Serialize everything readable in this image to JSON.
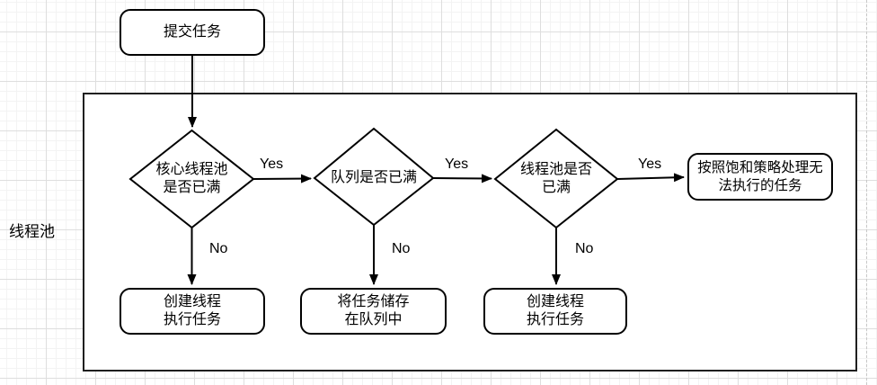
{
  "diagram": {
    "pool_label": "线程池",
    "nodes": {
      "submit": "提交任务",
      "decision_core_pool": "核心线程池\n是否已满",
      "decision_queue": "队列是否已满",
      "decision_pool": "线程池是否\n已满",
      "create_thread_1": "创建线程\n执行任务",
      "store_in_queue": "将任务储存\n在队列中",
      "create_thread_2": "创建线程\n执行任务",
      "saturation_policy": "按照饱和策略处理无\n法执行的任务"
    },
    "edge_labels": {
      "yes1": "Yes",
      "yes2": "Yes",
      "yes3": "Yes",
      "no1": "No",
      "no2": "No",
      "no3": "No"
    },
    "colors": {
      "shape_stroke": "#000000",
      "shape_fill": "#ffffff",
      "container_stroke": "#1f1f1f",
      "grid_minor": "#f3f3f3",
      "grid_major": "#dedede",
      "page_break": "#c8c8c8"
    }
  }
}
